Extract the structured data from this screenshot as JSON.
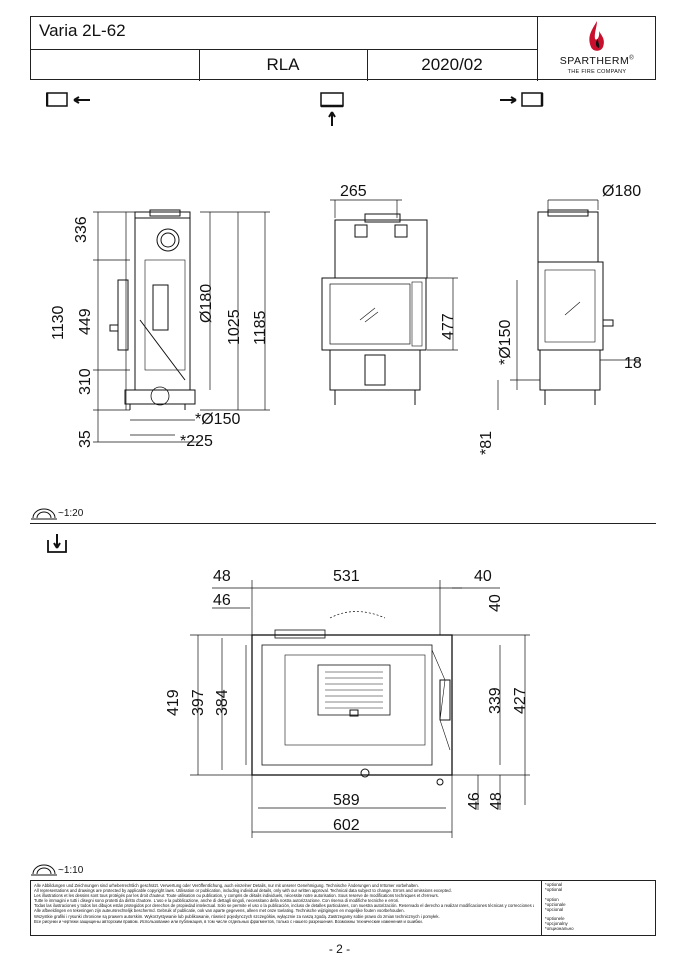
{
  "header": {
    "model": "Varia 2L-62",
    "code": "RLA",
    "date": "2020/02",
    "brand": "SPARTHERM",
    "registered": "®",
    "tagline": "THE FIRE COMPANY"
  },
  "views": {
    "side_left": {
      "dimensions": [
        "336",
        "1130",
        "449",
        "310",
        "35",
        "Ø180",
        "1025",
        "1185",
        "*Ø150",
        "*225"
      ]
    },
    "front": {
      "dimensions": [
        "265",
        "477"
      ]
    },
    "side_right": {
      "dimensions": [
        "Ø180",
        "*Ø150",
        "18",
        "*81"
      ]
    },
    "top": {
      "dimensions": [
        "48",
        "531",
        "40",
        "46",
        "40",
        "419",
        "397",
        "384",
        "339",
        "427",
        "589",
        "602",
        "46",
        "48"
      ]
    }
  },
  "scales": {
    "upper": "~1:20",
    "lower": "~1:10"
  },
  "legal": [
    "Alle Abbildungen und Zeichnungen sind urheberrechtlich geschützt. Verwertung oder Veröffentlichung, auch einzelner Details, nur mit unserer Genehmigung. Technische Änderungen und Irrtümer vorbehalten.",
    "All representations and drawings are protected by applicable copyright laws. Utilisation or publication, including individual details, only with our written approval. Technical data subject to change. Errors and omissions excepted.",
    "Les illustrations et les dessins sont tous protégés par les droit d'auteur. Toute utilisation ou publication, y compris de détails individuels, nécessite notre autorisation. Sous reserve de modifications techniques et d'erreurs.",
    "Tutte le immagini e tutti i disegni sono protetti da diritto d'autore. L'uso e la pubblicazione, anche di dettagli singoli, necessitano della nostra autorizzazione. Con riserva di modifiche tecniche e errori.",
    "Todas las ilustraciones y todos los dibujos están protegidos por derechos de propiedad intelectual. Solo se permite el uso o la publicación, incluso de detalles particulares, con nuestra autorización. Reservado el derecho a realizar modificaciones técnicas y correcciones de errores.",
    "Alle afbeeldingen en tekeningen zijn auteursrechtelijk beschermd. Gebruik of publicatie, ook van aparte gegevens, alleen met onze toelating. Technische wijzigingen en mogelijke fouten voorbehouden.",
    "Wszystkie grafiki i rysunki chronione są prawem autorskim. Wykorzystywanie lub publikowanie, również pojedynczych szczegółów, wyłącznie za naszą zgodą. Zastrzegamy sobie prawo do zmian technicznych i pomyłek.",
    "Все рисунки и чертежи защищены авторским правом. Использование или публикация, в том числе отдельных фрагментов, только с нашего разрешения. Возможны технические изменения и ошибки."
  ],
  "optional": [
    "*optional",
    "*optional",
    "",
    "*option",
    "*opzionale",
    "*opcional",
    "",
    "*optionele",
    "*opcjonalny",
    "*опционально"
  ],
  "page_number": "- 2 -"
}
